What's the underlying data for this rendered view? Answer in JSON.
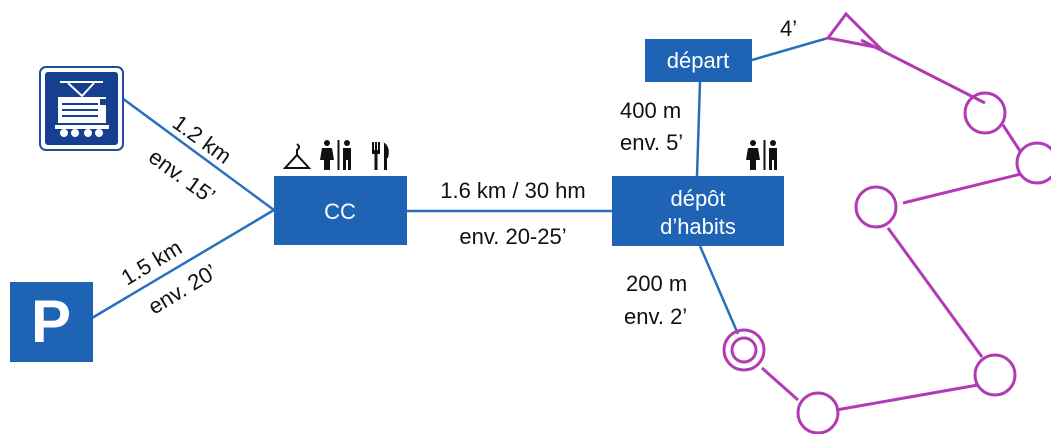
{
  "colors": {
    "box_blue": "#1f64b4",
    "line_blue": "#2a6fbe",
    "course_magenta": "#b23ab5",
    "text": "#111111",
    "box_text": "#ffffff"
  },
  "icons": {
    "train": "train-icon",
    "parking": "parking-icon",
    "hanger": "hanger-icon",
    "toilets": "toilets-icon",
    "restaurant": "fork-knife-icon",
    "start": "triangle-start-icon",
    "control": "control-circle-icon",
    "finish": "finish-double-circle-icon"
  },
  "nodes": {
    "parking_letter": "P",
    "cc": "CC",
    "depart": "départ",
    "depot_line1": "dépôt",
    "depot_line2": "d’habits"
  },
  "edges": {
    "train_distance": "1.2 km",
    "train_time": "env. 15’",
    "parking_distance": "1.5 km",
    "parking_time": "env. 20’",
    "cc_depot_distance": "1.6 km / 30 hm",
    "cc_depot_time": "env. 20-25’",
    "depot_depart_distance": "400 m",
    "depot_depart_time": "env. 5’",
    "depot_finish_distance": "200 m",
    "depot_finish_time": "env. 2’",
    "depart_start_time": "4’"
  }
}
